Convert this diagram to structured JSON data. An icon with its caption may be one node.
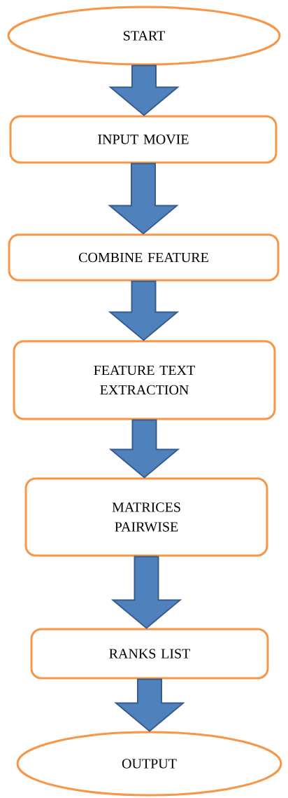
{
  "diagram": {
    "nodes": [
      {
        "text": [
          "START"
        ]
      },
      {
        "text": [
          "INPUT MOVIE"
        ]
      },
      {
        "text": [
          "COMBINE FEATURE"
        ]
      },
      {
        "text": [
          "FEATURE TEXT EXTRACTION"
        ]
      },
      {
        "text": [
          "MATRICES PAIRWISE"
        ]
      },
      {
        "text": [
          "RANKS LIST"
        ]
      },
      {
        "text": [
          "OUTPUT"
        ]
      }
    ],
    "edges": [
      {
        "from": 0,
        "to": 1,
        "arrow": "to"
      },
      {
        "from": 1,
        "to": 2,
        "arrow": "to"
      },
      {
        "from": 2,
        "to": 3,
        "arrow": "to"
      },
      {
        "from": 3,
        "to": 4,
        "arrow": "to"
      },
      {
        "from": 4,
        "to": 5,
        "arrow": "to"
      },
      {
        "from": 5,
        "to": 6,
        "arrow": "to"
      }
    ]
  }
}
